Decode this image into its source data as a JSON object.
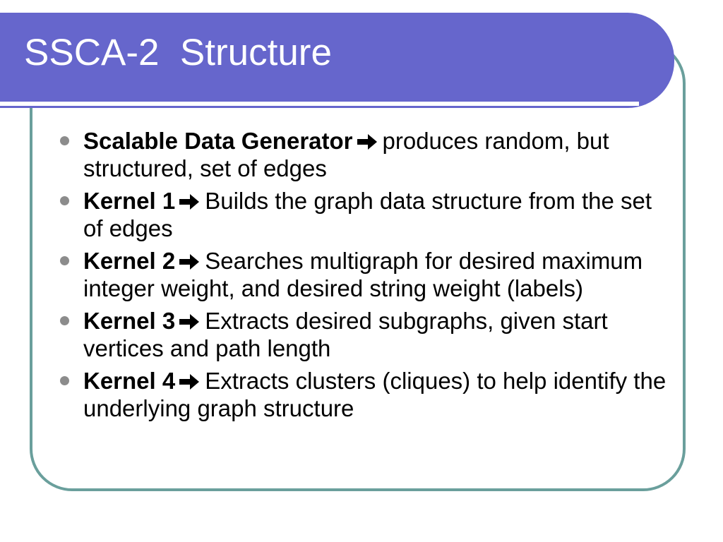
{
  "slide": {
    "title": "SSCA-2  Structure"
  },
  "bullets": [
    {
      "term": "Scalable Data Generator",
      "icon": "right-arrow-icon",
      "text": "produces random, but structured, set of edges"
    },
    {
      "term": "Kernel 1",
      "icon": "right-arrow-icon",
      "text": "Builds the graph data structure from the set of edges"
    },
    {
      "term": "Kernel 2",
      "icon": "right-arrow-icon",
      "text": "Searches multigraph for desired maximum integer weight, and desired string weight (labels)"
    },
    {
      "term": "Kernel 3",
      "icon": "right-arrow-icon",
      "text": "Extracts desired subgraphs, given start vertices and path length"
    },
    {
      "term": "Kernel 4",
      "icon": "right-arrow-icon",
      "text": "Extracts clusters (cliques) to help identify the underlying graph structure"
    }
  ],
  "colors": {
    "title_bar": "#6666cc",
    "frame_border": "#6a9f9c",
    "bullet_dot": "#8c8c8c"
  }
}
